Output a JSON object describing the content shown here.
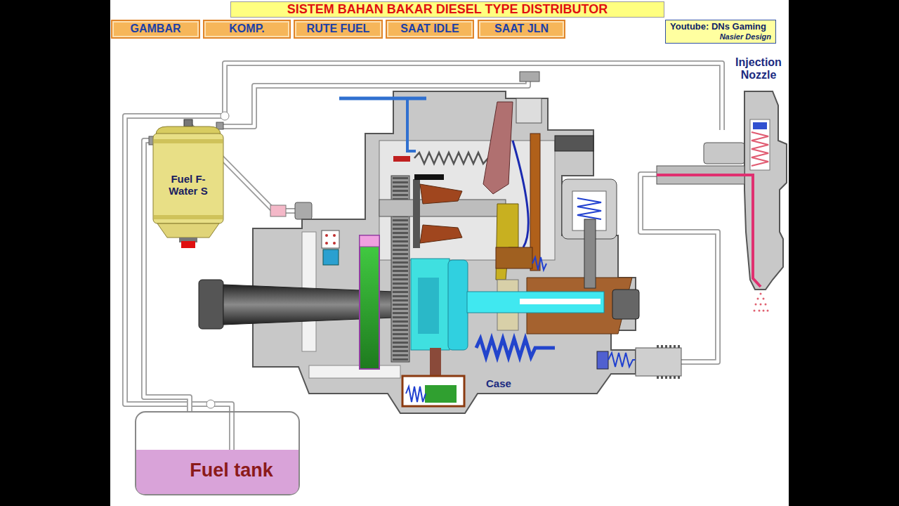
{
  "diagram": {
    "title": "SISTEM BAHAN BAKAR DIESEL TYPE DISTRIBUTOR",
    "nodes": [
      {
        "text": [
          "GAMBAR"
        ]
      },
      {
        "text": [
          "KOMP."
        ]
      },
      {
        "text": [
          "RUTE FUEL"
        ]
      },
      {
        "text": [
          "SAAT IDLE"
        ]
      },
      {
        "text": [
          "SAAT JLN"
        ]
      },
      {
        "text": [
          "Youtube: DNs Gaming",
          "Nasier Design"
        ]
      },
      {
        "text": [
          "Fuel F- Water S"
        ]
      },
      {
        "text": [
          "Fuel tank"
        ]
      }
    ],
    "edges": [
      {
        "from": 7,
        "to": 6,
        "arrow": "none"
      }
    ],
    "labels": [
      "Injection Nozzle",
      "Case"
    ]
  }
}
